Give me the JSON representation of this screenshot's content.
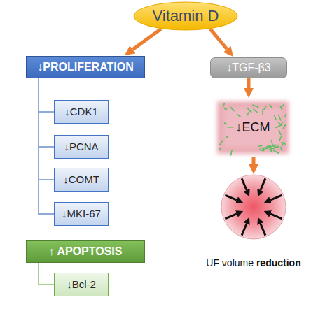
{
  "diagram": {
    "nodes": [
      {
        "text": [
          "Vitamin D"
        ]
      },
      {
        "text": [
          "↓PROLIFERATION"
        ]
      },
      {
        "text": [
          "↓CDK1"
        ]
      },
      {
        "text": [
          "↓PCNA"
        ]
      },
      {
        "text": [
          "↓COMT"
        ]
      },
      {
        "text": [
          "↓MKI-67"
        ]
      },
      {
        "text": [
          "↑ APOPTOSIS"
        ]
      },
      {
        "text": [
          "↓Bcl-2"
        ]
      },
      {
        "text": [
          "↓TGF-β3"
        ]
      },
      {
        "text": [
          "↓ECM"
        ]
      },
      {
        "text": [
          "UF volume",
          "reduction"
        ]
      }
    ],
    "edges": [
      {
        "from": 0,
        "to": 1,
        "arrow": "to"
      },
      {
        "from": 0,
        "to": 8,
        "arrow": "to"
      },
      {
        "from": 1,
        "to": 2,
        "arrow": "none"
      },
      {
        "from": 1,
        "to": 3,
        "arrow": "none"
      },
      {
        "from": 1,
        "to": 4,
        "arrow": "none"
      },
      {
        "from": 1,
        "to": 5,
        "arrow": "none"
      },
      {
        "from": 6,
        "to": 7,
        "arrow": "none"
      },
      {
        "from": 8,
        "to": 9,
        "arrow": "to"
      },
      {
        "from": 9,
        "to": 10,
        "arrow": "to"
      }
    ]
  }
}
